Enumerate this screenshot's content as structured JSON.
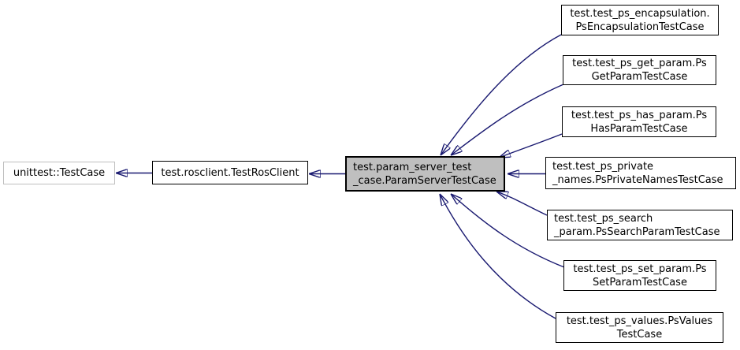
{
  "colors": {
    "edge": "#191970",
    "current_node_fill": "#bfbfbf",
    "node_border": "#000000",
    "external_node_border": "#bebebe"
  },
  "nodes": {
    "base": {
      "label": "unittest::TestCase"
    },
    "parent": {
      "label": "test.rosclient.TestRosClient"
    },
    "current": {
      "label": "test.param_server_test\n_case.ParamServerTestCase"
    },
    "derived": [
      {
        "label": "test.test_ps_encapsulation.\nPsEncapsulationTestCase"
      },
      {
        "label": "test.test_ps_get_param.Ps\nGetParamTestCase"
      },
      {
        "label": "test.test_ps_has_param.Ps\nHasParamTestCase"
      },
      {
        "label": "test.test_ps_private\n_names.PsPrivateNamesTestCase"
      },
      {
        "label": "test.test_ps_search\n_param.PsSearchParamTestCase"
      },
      {
        "label": "test.test_ps_set_param.Ps\nSetParamTestCase"
      },
      {
        "label": "test.test_ps_values.PsValues\nTestCase"
      }
    ]
  }
}
